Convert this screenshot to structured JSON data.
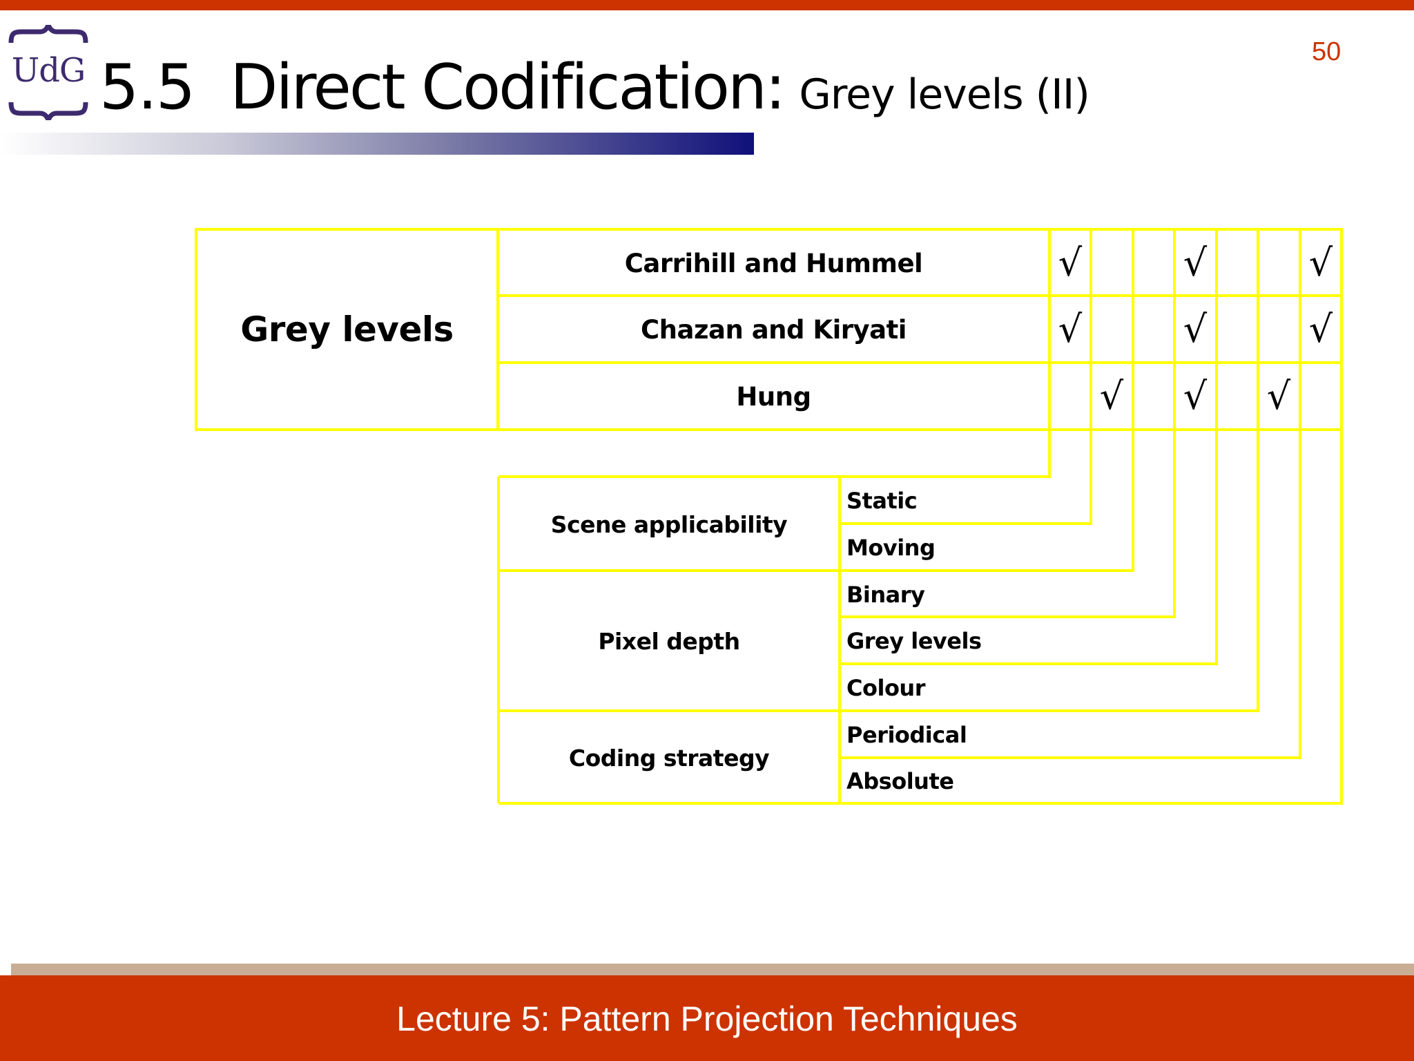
{
  "slide": {
    "page_number": "50",
    "logo_text": "UdG",
    "title": {
      "number": "5.5",
      "main": "Direct Codification:",
      "sub": "Grey levels (II)"
    },
    "footer": "Lecture 5: Pattern Projection Techniques"
  },
  "colors": {
    "accent_red": "#cc3300",
    "footer_strip": "#c9ad95",
    "gradient_end": "#10107a",
    "logo_purple": "#3d2a6e",
    "table_lines": "#ffff00"
  },
  "table": {
    "category": "Grey levels",
    "methods": [
      {
        "name": "Carrihill and Hummel",
        "checks": [
          true,
          false,
          false,
          true,
          false,
          false,
          true
        ]
      },
      {
        "name": "Chazan and Kiryati",
        "checks": [
          true,
          false,
          false,
          true,
          false,
          false,
          true
        ]
      },
      {
        "name": "Hung",
        "checks": [
          false,
          true,
          false,
          true,
          false,
          true,
          false
        ]
      }
    ],
    "check_symbol": "√",
    "columns": [
      "Static",
      "Moving",
      "Binary",
      "Grey levels",
      "Colour",
      "Periodical",
      "Absolute"
    ],
    "legend": [
      {
        "group": "Scene applicability",
        "items": [
          "Static",
          "Moving"
        ]
      },
      {
        "group": "Pixel depth",
        "items": [
          "Binary",
          "Grey levels",
          "Colour"
        ]
      },
      {
        "group": "Coding strategy",
        "items": [
          "Periodical",
          "Absolute"
        ]
      }
    ]
  }
}
